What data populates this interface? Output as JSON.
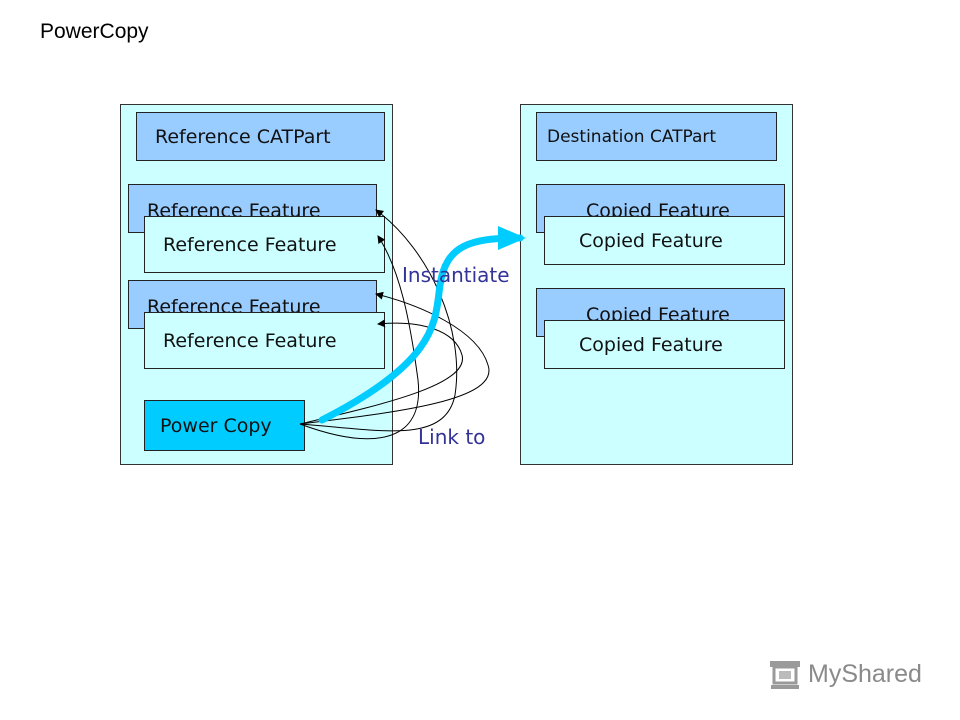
{
  "title": "PowerCopy",
  "reference_part": {
    "header": "Reference CATPart",
    "features": [
      "Reference Feature",
      "Reference Feature",
      "Reference Feature",
      "Reference Feature"
    ],
    "power_copy": "Power Copy"
  },
  "destination_part": {
    "header": "Destination CATPart",
    "features": [
      "Copied Feature",
      "Copied Feature",
      "Copied Feature",
      "Copied Feature"
    ]
  },
  "labels": {
    "instantiate": "Instantiate",
    "link_to": "Link to"
  },
  "colors": {
    "panel": "#ccffff",
    "header_box": "#99ccff",
    "power_copy_box": "#00ccff",
    "instantiate_arrow": "#00ccff",
    "label_text": "#333399"
  },
  "watermark": {
    "icon": "mortarboard-icon",
    "text": "MyShared"
  }
}
